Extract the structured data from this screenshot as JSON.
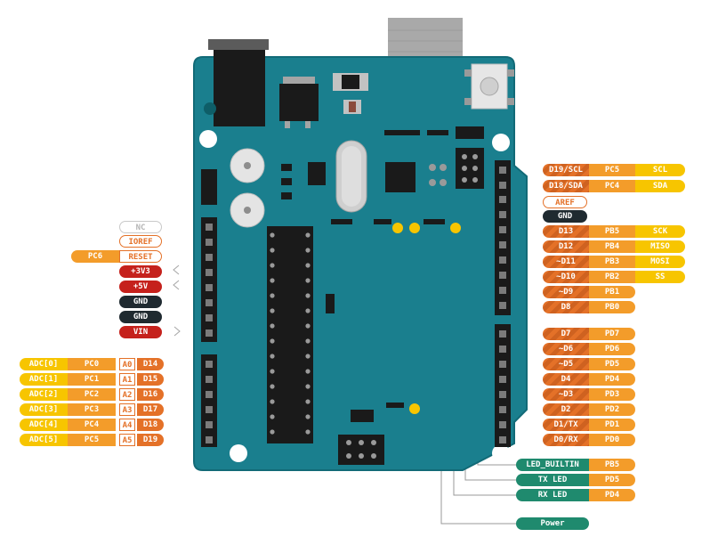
{
  "colors": {
    "board": "#1a7f8e",
    "board_dark": "#126a77",
    "pin_orange": "#e47128",
    "port_orange": "#f39c2a",
    "function_yellow": "#f7c500",
    "power_red": "#c5211c",
    "ground_dark": "#1f2a30",
    "led_green": "#1f8a6e",
    "led_yellow": "#f7c500"
  },
  "left_header": {
    "nc": "NC",
    "ioref": "IOREF",
    "reset": "RESET",
    "reset_port": "PC6",
    "v33": "+3V3",
    "v5": "+5V",
    "gnd1": "GND",
    "gnd2": "GND",
    "vin": "VIN"
  },
  "analog_pins": [
    {
      "adc": "ADC[0]",
      "port": "PC0",
      "analog": "A0",
      "digital": "D14"
    },
    {
      "adc": "ADC[1]",
      "port": "PC1",
      "analog": "A1",
      "digital": "D15"
    },
    {
      "adc": "ADC[2]",
      "port": "PC2",
      "analog": "A2",
      "digital": "D16"
    },
    {
      "adc": "ADC[3]",
      "port": "PC3",
      "analog": "A3",
      "digital": "D17"
    },
    {
      "adc": "ADC[4]",
      "port": "PC4",
      "analog": "A4",
      "digital": "D18"
    },
    {
      "adc": "ADC[5]",
      "port": "PC5",
      "analog": "A5",
      "digital": "D19"
    }
  ],
  "right_top": [
    {
      "pin": "D19/SCL",
      "port": "PC5",
      "func": "SCL"
    },
    {
      "pin": "D18/SDA",
      "port": "PC4",
      "func": "SDA"
    }
  ],
  "aref": "AREF",
  "gnd_right": "GND",
  "digital_high": [
    {
      "pin": "D13",
      "port": "PB5",
      "func": "SCK",
      "pwm": false
    },
    {
      "pin": "D12",
      "port": "PB4",
      "func": "MISO",
      "pwm": false
    },
    {
      "pin": "~D11",
      "port": "PB3",
      "func": "MOSI",
      "pwm": true
    },
    {
      "pin": "~D10",
      "port": "PB2",
      "func": "SS",
      "pwm": true
    },
    {
      "pin": "~D9",
      "port": "PB1",
      "func": "",
      "pwm": true
    },
    {
      "pin": "D8",
      "port": "PB0",
      "func": "",
      "pwm": false
    }
  ],
  "digital_low": [
    {
      "pin": "D7",
      "port": "PD7",
      "pwm": false
    },
    {
      "pin": "~D6",
      "port": "PD6",
      "pwm": true
    },
    {
      "pin": "~D5",
      "port": "PD5",
      "pwm": true
    },
    {
      "pin": "D4",
      "port": "PD4",
      "pwm": false
    },
    {
      "pin": "~D3",
      "port": "PD3",
      "pwm": true
    },
    {
      "pin": "D2",
      "port": "PD2",
      "pwm": false
    },
    {
      "pin": "D1/TX",
      "port": "PD1",
      "pwm": false
    },
    {
      "pin": "D0/RX",
      "port": "PD0",
      "pwm": false
    }
  ],
  "leds": [
    {
      "name": "LED_BUILTIN",
      "port": "PB5"
    },
    {
      "name": "TX LED",
      "port": "PD5"
    },
    {
      "name": "RX LED",
      "port": "PD4"
    }
  ],
  "power_led": "Power"
}
